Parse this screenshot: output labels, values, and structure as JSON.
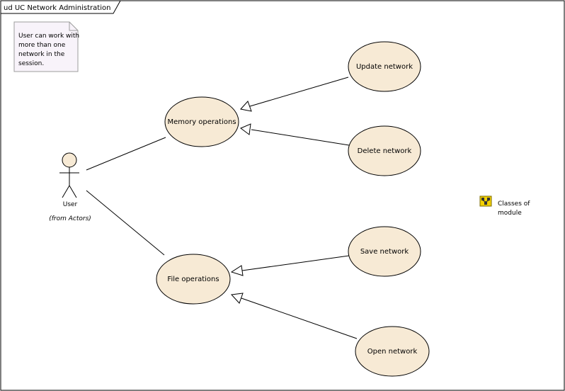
{
  "frame": {
    "title": "ud UC Network Administration"
  },
  "note": {
    "lines": [
      "User can work with",
      "more than one",
      "network in the",
      "session."
    ]
  },
  "actor": {
    "name": "User",
    "stereotype": "(from Actors)"
  },
  "use_cases": {
    "memory": "Memory operations",
    "file": "File operations",
    "update": "Update network",
    "delete": "Delete network",
    "save": "Save network",
    "open": "Open network"
  },
  "package": {
    "lines": [
      "Classes of",
      "module"
    ],
    "icon": "package-icon"
  },
  "colors": {
    "usecase_fill": "#f7ead5",
    "note_fill": "#f8f3fa",
    "package_icon": "#e6c000",
    "line": "#000000"
  }
}
